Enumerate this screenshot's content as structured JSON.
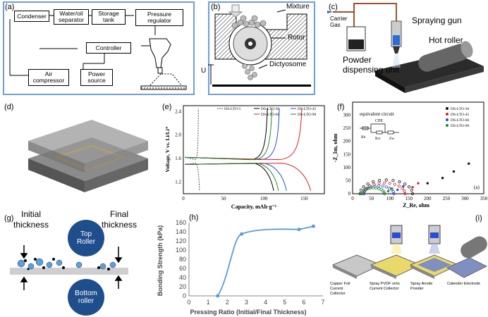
{
  "panels": {
    "a": {
      "label": "(a)",
      "boxes": {
        "condenser": "Condenser",
        "separator": "Water/oil separator",
        "storage": "Storage tank",
        "pressure": "Pressure regulator",
        "controller": "Controller",
        "compressor": "Air compressor",
        "power": "Power source"
      }
    },
    "b": {
      "label": "(b)",
      "mixture": "Mixture",
      "rotor": "Rotor",
      "dictyosome": "Dictyosome",
      "u": "U"
    },
    "c": {
      "label": "(c)",
      "carrier": "Carrier Gas",
      "gun": "Spraying gun",
      "powder": "Powder dispensing unit",
      "roller": "Hot roller"
    },
    "d": {
      "label": "(d)"
    },
    "e": {
      "label": "(e)",
      "xlabel": "Capacity, mAh·g⁻¹",
      "ylabel": "Voltage, V vs. Li/Li⁺",
      "legend": [
        "DS-LTO-5",
        "DS-LTO-30",
        "DS-LTO-45",
        "DS-LTO-60",
        "DS-LTO-90"
      ],
      "colors": [
        "#555555",
        "#000000",
        "#2a4bd6",
        "#d62020",
        "#1f8a2a"
      ]
    },
    "f": {
      "label": "(f)",
      "circuit_title": "equivalent circuit",
      "cpe": "CPE",
      "rb": "Rb",
      "rct": "Rct",
      "zw": "Zw",
      "xlabel": "Z_Re, ohm",
      "ylabel": "-Z_Im, ohm",
      "sub_label": "(a)",
      "legend": [
        "DS-LTO-30",
        "DS-LTO-45",
        "DS-LTO-60",
        "DS-LTO-90"
      ],
      "colors": [
        "#111111",
        "#d62020",
        "#2a4bd6",
        "#1f8a2a"
      ]
    },
    "g": {
      "label": "(g)",
      "initial": "Initial thickness",
      "final": "Final thickness",
      "top": "Top Roller",
      "bottom": "Bottom roller"
    },
    "i": {
      "label": "(i)",
      "steps": [
        "Copper Foil Current Collector",
        "Spray PVDF onto Current Collector",
        "Spray Anode Powder",
        "Calender Electrode"
      ]
    }
  },
  "chart_data": [
    {
      "panel": "(h)",
      "type": "line",
      "title": "(h)",
      "xlabel": "Pressing Ratio (Initial/Final Thickness)",
      "ylabel": "Bonding Strength (kPa)",
      "xlim": [
        0,
        7
      ],
      "ylim": [
        0,
        160
      ],
      "xticks": [
        0,
        1,
        2,
        3,
        4,
        5,
        6,
        7
      ],
      "yticks": [
        0,
        20,
        40,
        60,
        80,
        100,
        120,
        140,
        160
      ],
      "grid": false,
      "x": [
        1.5,
        2.75,
        5.75,
        6.5
      ],
      "y": [
        0,
        135,
        145,
        152
      ],
      "color": "#5b9bd5"
    },
    {
      "panel": "(e)",
      "type": "line",
      "xlabel": "Capacity, mAh·g⁻¹",
      "ylabel": "Voltage, V vs. Li/Li⁺",
      "xlim": [
        0,
        175
      ],
      "ylim": [
        1.0,
        2.5
      ],
      "xticks": [
        0,
        50,
        100,
        150
      ],
      "yticks": [
        1.2,
        1.6,
        2.0,
        2.4
      ]
    },
    {
      "panel": "(f)",
      "type": "scatter",
      "xlabel": "Z_Re, ohm",
      "ylabel": "-Z_Im, ohm",
      "xlim": [
        0,
        350
      ],
      "ylim": [
        0,
        350
      ],
      "xticks": [
        0,
        50,
        100,
        150,
        200,
        250,
        300,
        350
      ],
      "yticks": [
        0,
        50,
        100,
        150,
        200,
        250,
        300
      ]
    }
  ]
}
